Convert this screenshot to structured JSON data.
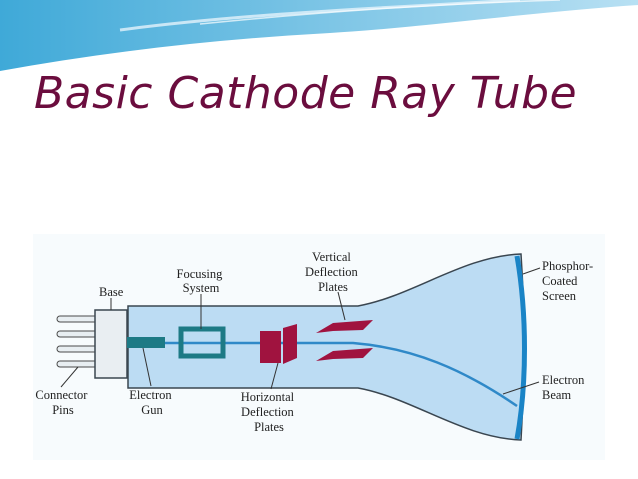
{
  "slide": {
    "title": "Basic Cathode Ray Tube"
  },
  "diagram": {
    "labels": {
      "base": "Base",
      "connector_pins": [
        "Connector",
        "Pins"
      ],
      "electron_gun": [
        "Electron",
        "Gun"
      ],
      "focusing_system": [
        "Focusing",
        "System"
      ],
      "horizontal_plates": [
        "Horizontal",
        "Deflection",
        "Plates"
      ],
      "vertical_plates": [
        "Vertical",
        "Deflection",
        "Plates"
      ],
      "screen": [
        "Phosphor-",
        "Coated",
        "Screen"
      ],
      "electron_beam": [
        "Electron",
        "Beam"
      ]
    },
    "colors": {
      "tube_fill": "#bcdcf3",
      "tube_outline": "#3a4650",
      "plates": "#a0133f",
      "beam": "#2f89c8",
      "gun": "#1d7a85",
      "screen": "#1a84c6",
      "title": "#6b0d3e"
    }
  }
}
